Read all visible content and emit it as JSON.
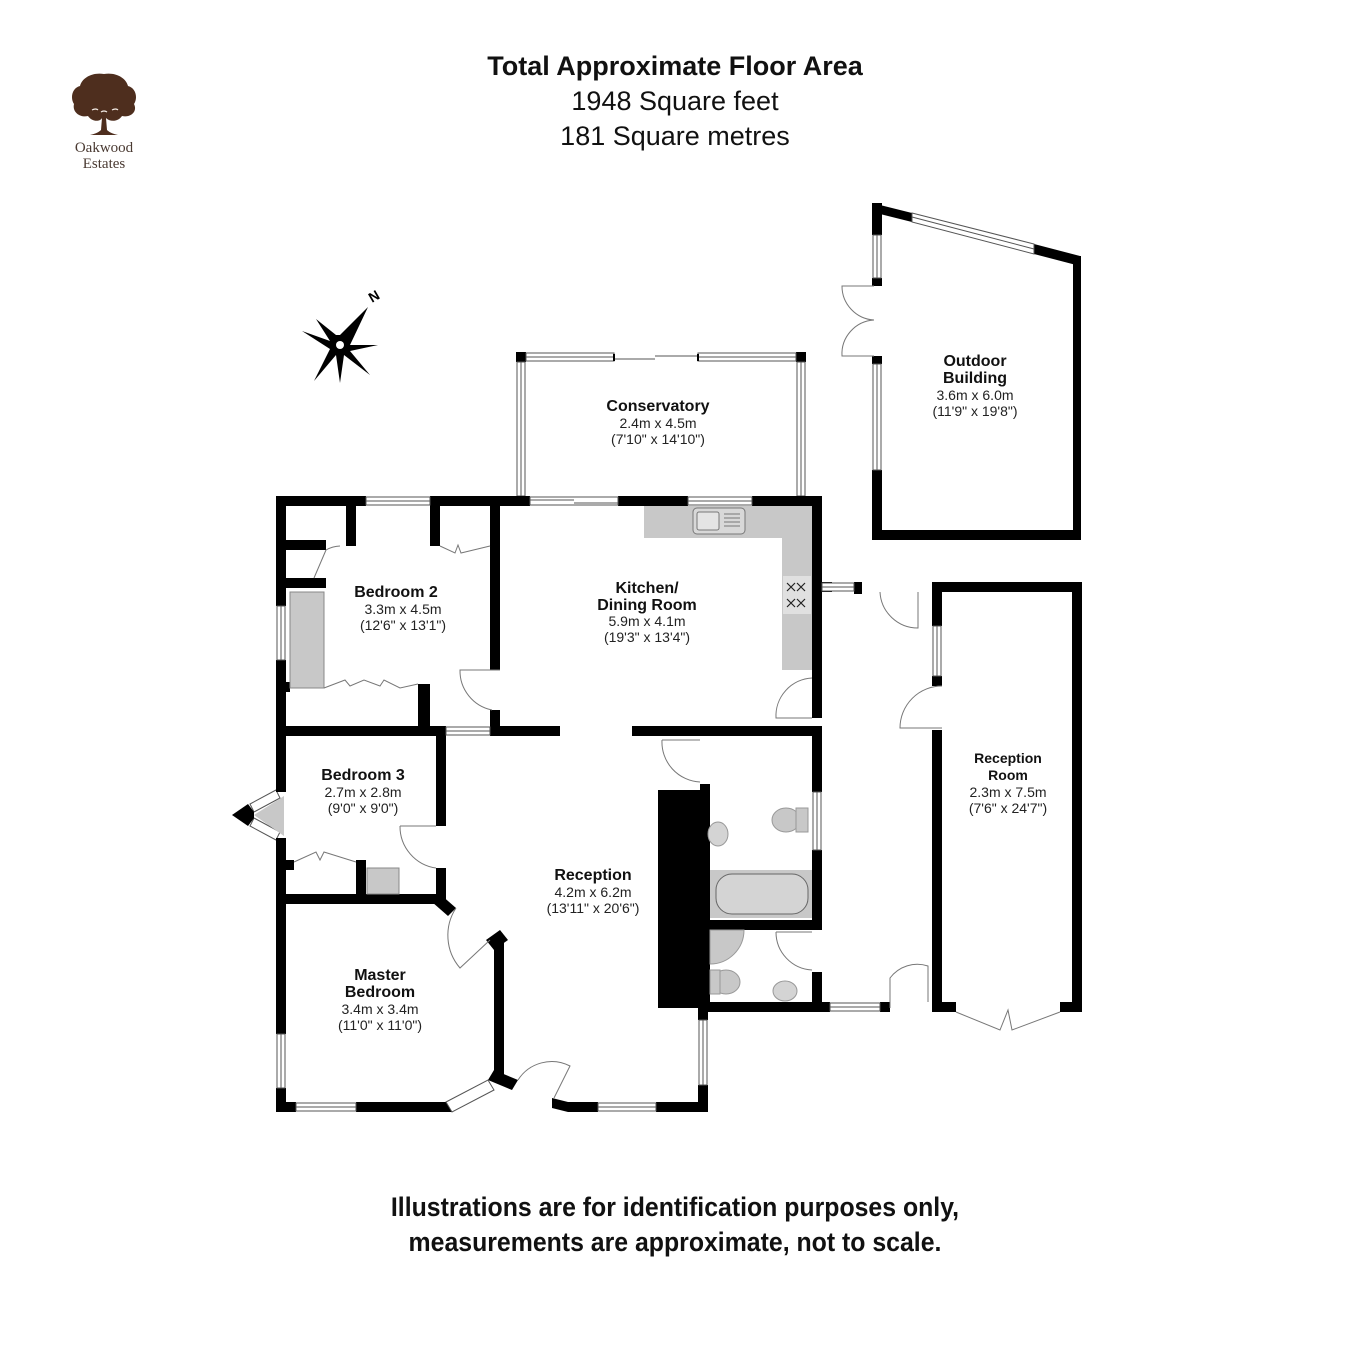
{
  "logo": {
    "icon": "oak-tree-icon",
    "line1": "Oakwood",
    "line2": "Estates",
    "color": "#4e2e1e"
  },
  "header": {
    "title": "Total Approximate Floor Area",
    "area_sqft": "1948 Square feet",
    "area_sqm": "181 Square metres"
  },
  "compass": {
    "icon": "compass-star-icon",
    "north_label": "N"
  },
  "rooms": {
    "conservatory": {
      "name": "Conservatory",
      "dim_m": "2.4m x 4.5m",
      "dim_ft": "(7'10\" x 14'10\")"
    },
    "outdoor_building": {
      "name_line1": "Outdoor",
      "name_line2": "Building",
      "dim_m": "3.6m x 6.0m",
      "dim_ft": "(11'9\" x 19'8\")"
    },
    "bedroom2": {
      "name": "Bedroom 2",
      "dim_m": "3.3m x 4.5m",
      "dim_ft": "(12'6\" x 13'1\")"
    },
    "kitchen": {
      "name_line1": "Kitchen/",
      "name_line2": "Dining Room",
      "dim_m": "5.9m x 4.1m",
      "dim_ft": "(19'3\" x 13'4\")"
    },
    "bedroom3": {
      "name": "Bedroom 3",
      "dim_m": "2.7m x 2.8m",
      "dim_ft": "(9'0\" x 9'0\")"
    },
    "reception": {
      "name": "Reception",
      "dim_m": "4.2m x 6.2m",
      "dim_ft": "(13'11\" x 20'6\")"
    },
    "reception_room": {
      "name_line1": "Reception",
      "name_line2": "Room",
      "dim_m": "2.3m x 7.5m",
      "dim_ft": "(7'6\" x 24'7\")"
    },
    "master_bedroom": {
      "name_line1": "Master",
      "name_line2": "Bedroom",
      "dim_m": "3.4m x 3.4m",
      "dim_ft": "(11'0\" x 11'0\")"
    }
  },
  "colors": {
    "wall": "#000000",
    "fixture_fill": "#c8c8c8",
    "line": "#777777"
  },
  "footer": {
    "line1": "Illustrations are for identification purposes only,",
    "line2": "measurements are approximate, not to scale."
  }
}
